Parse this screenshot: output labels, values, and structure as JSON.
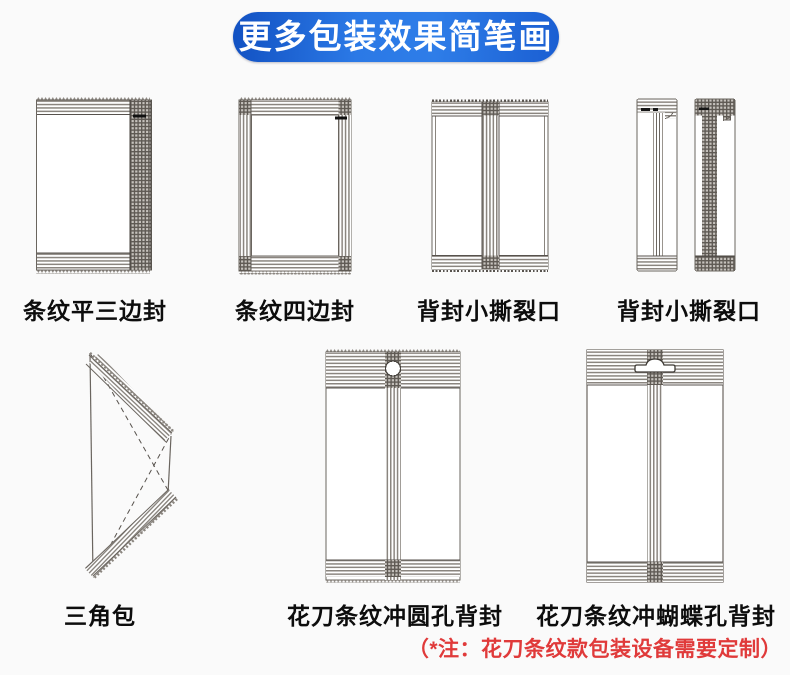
{
  "header": {
    "title": "更多包装效果简笔画",
    "bg_color": "#2272e2",
    "text_color": "#ffffff"
  },
  "figures": [
    {
      "name": "striped-flat-three-side-seal",
      "label": "条纹平三边封"
    },
    {
      "name": "striped-four-side-seal",
      "label": "条纹四边封"
    },
    {
      "name": "back-seal-small-tear-notch",
      "label": "背封小撕裂口"
    },
    {
      "name": "back-seal-small-tear-notch-side-view",
      "label": "背封小撕裂口"
    },
    {
      "name": "triangle-pack",
      "label": "三角包"
    },
    {
      "name": "flower-cut-stripe-round-hole-back-seal",
      "label": "花刀条纹冲圆孔背封"
    },
    {
      "name": "flower-cut-stripe-butterfly-hole-back-seal",
      "label": "花刀条纹冲蝴蝶孔背封"
    }
  ],
  "footnote": {
    "text": "（*注：花刀条纹款包装设备需要定制）",
    "color": "#e03a3a"
  },
  "colors": {
    "stripe_gray": "#8a857f",
    "outline_gray": "#6a655f",
    "crosshatch_dark": "#5f5a54",
    "background": "#fafafa"
  }
}
